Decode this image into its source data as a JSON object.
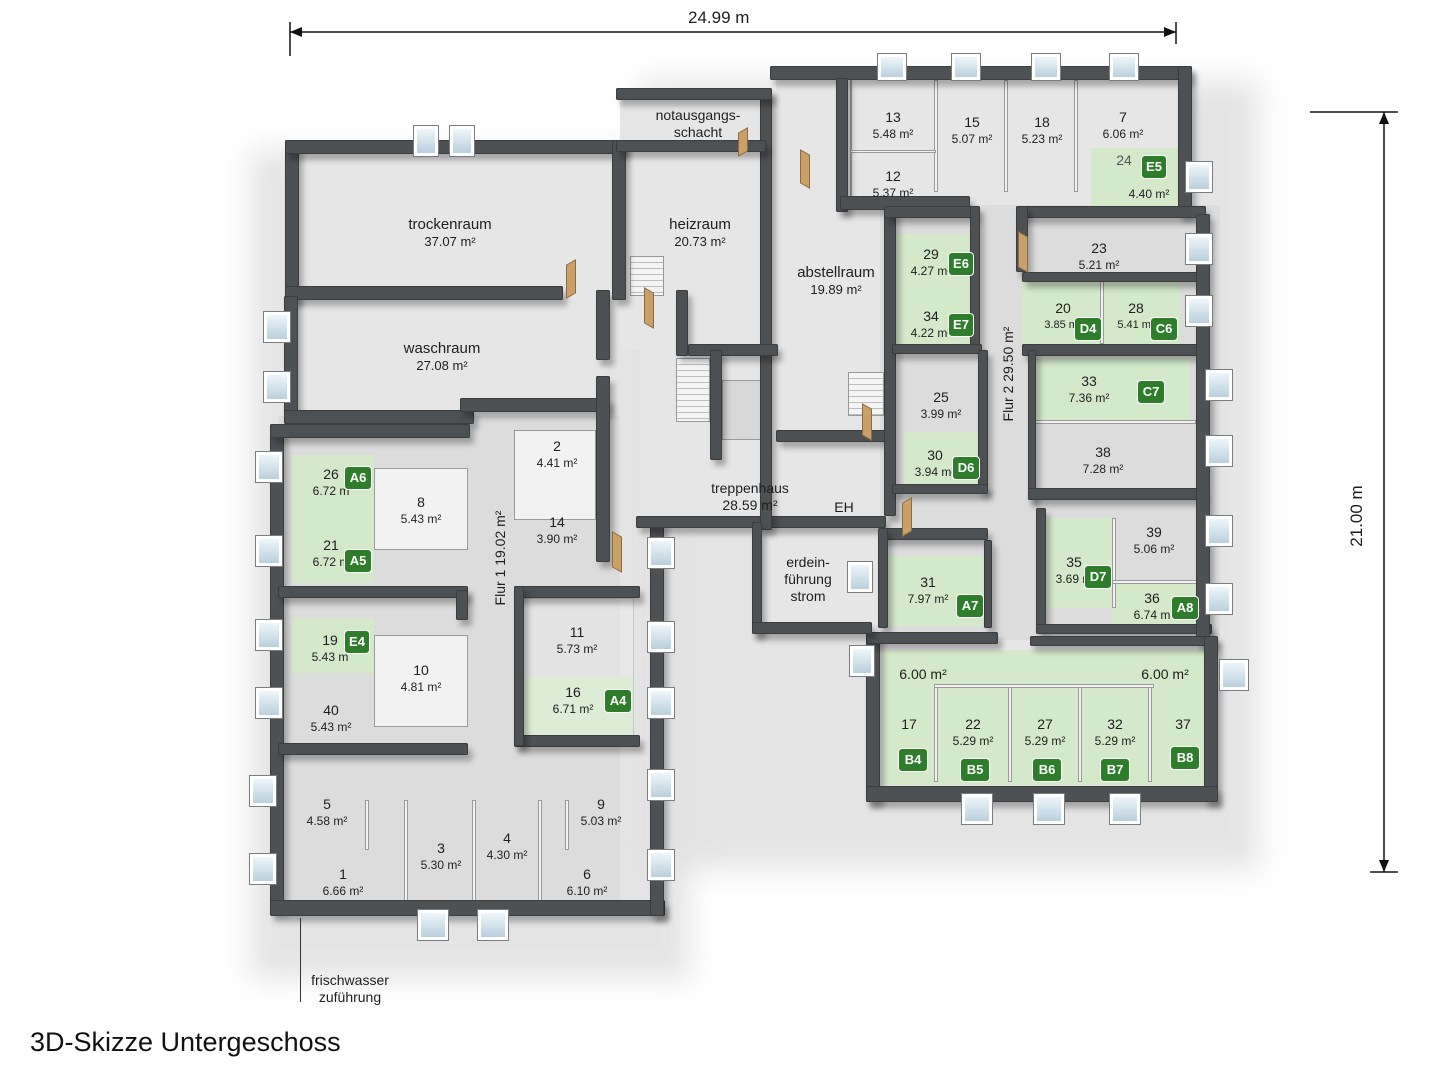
{
  "caption": "3D-Skizze Untergeschoss",
  "dimensions": {
    "width": "24.99 m",
    "height": "21.00 m"
  },
  "colors": {
    "badge": "#2e7d2a",
    "green_room": "#d3e9c9",
    "wall": "#4e5154"
  },
  "rooms": [
    {
      "id": "trockenraum",
      "name": "trockenraum",
      "area": "37.07 m²"
    },
    {
      "id": "waschraum",
      "name": "waschraum",
      "area": "27.08 m²"
    },
    {
      "id": "heizraum",
      "name": "heizraum",
      "area": "20.73 m²"
    },
    {
      "id": "abstellraum",
      "name": "abstellraum",
      "area": "19.89 m²"
    },
    {
      "id": "treppenhaus",
      "name": "treppenhaus",
      "area": "28.59 m²"
    },
    {
      "id": "notausgang",
      "name": "notausgangs-",
      "name2": "schacht"
    },
    {
      "id": "erdein",
      "name": "erdein-",
      "name2": "führung",
      "name3": "strom"
    },
    {
      "id": "eh",
      "name": "EH"
    },
    {
      "id": "frischwasser",
      "name": "frischwasser",
      "name2": "zuführung"
    },
    {
      "id": "flur1",
      "name": "Flur 1 19.02 m²"
    },
    {
      "id": "flur2",
      "name": "Flur 2 29.50 m²"
    },
    {
      "id": "r13",
      "name": "13",
      "area": "5.48 m²"
    },
    {
      "id": "r15",
      "name": "15",
      "area": "5.07 m²"
    },
    {
      "id": "r18",
      "name": "18",
      "area": "5.23 m²"
    },
    {
      "id": "r7",
      "name": "7",
      "area": "6.06 m²"
    },
    {
      "id": "r12",
      "name": "12",
      "area": "5.37 m²"
    },
    {
      "id": "r24",
      "name": "24",
      "area": "4.40 m²"
    },
    {
      "id": "r29",
      "name": "29",
      "area": "4.27 m²"
    },
    {
      "id": "r34",
      "name": "34",
      "area": "4.22 m²"
    },
    {
      "id": "r23",
      "name": "23",
      "area": "5.21 m²"
    },
    {
      "id": "r20",
      "name": "20",
      "area": "3.85 m²"
    },
    {
      "id": "r28",
      "name": "28",
      "area": "5.41 m²"
    },
    {
      "id": "r33",
      "name": "33",
      "area": "7.36 m²"
    },
    {
      "id": "r25",
      "name": "25",
      "area": "3.99 m²"
    },
    {
      "id": "r30",
      "name": "30",
      "area": "3.94 m²"
    },
    {
      "id": "r38",
      "name": "38",
      "area": "7.28 m²"
    },
    {
      "id": "r2",
      "name": "2",
      "area": "4.41 m²"
    },
    {
      "id": "r14",
      "name": "14",
      "area": "3.90 m²"
    },
    {
      "id": "r26",
      "name": "26",
      "area": "6.72 m"
    },
    {
      "id": "r8",
      "name": "8",
      "area": "5.43 m²"
    },
    {
      "id": "r21",
      "name": "21",
      "area": "6.72 m"
    },
    {
      "id": "r39",
      "name": "39",
      "area": "5.06 m²"
    },
    {
      "id": "r35",
      "name": "35",
      "area": "3.69 m"
    },
    {
      "id": "r36",
      "name": "36",
      "area": "6.74 m"
    },
    {
      "id": "r31",
      "name": "31",
      "area": "7.97 m²"
    },
    {
      "id": "r11",
      "name": "11",
      "area": "5.73 m²"
    },
    {
      "id": "r16",
      "name": "16",
      "area": "6.71 m²"
    },
    {
      "id": "r19",
      "name": "19",
      "area": "5.43 m"
    },
    {
      "id": "r10",
      "name": "10",
      "area": "4.81 m²"
    },
    {
      "id": "r40",
      "name": "40",
      "area": "5.43 m²"
    },
    {
      "id": "r17area",
      "area": "6.00 m²"
    },
    {
      "id": "r37area",
      "area": "6.00 m²"
    },
    {
      "id": "r17",
      "name": "17"
    },
    {
      "id": "r22",
      "name": "22",
      "area": "5.29 m²"
    },
    {
      "id": "r27",
      "name": "27",
      "area": "5.29 m²"
    },
    {
      "id": "r32",
      "name": "32",
      "area": "5.29 m²"
    },
    {
      "id": "r37",
      "name": "37"
    },
    {
      "id": "r5",
      "name": "5",
      "area": "4.58 m²"
    },
    {
      "id": "r9",
      "name": "9",
      "area": "5.03 m²"
    },
    {
      "id": "r3",
      "name": "3",
      "area": "5.30 m²"
    },
    {
      "id": "r4",
      "name": "4",
      "area": "4.30 m²"
    },
    {
      "id": "r1",
      "name": "1",
      "area": "6.66 m²"
    },
    {
      "id": "r6",
      "name": "6",
      "area": "6.10 m²"
    }
  ],
  "badges": {
    "E5": "E5",
    "E6": "E6",
    "E7": "E7",
    "D4": "D4",
    "C6": "C6",
    "C7": "C7",
    "D6": "D6",
    "A6": "A6",
    "A5": "A5",
    "D7": "D7",
    "A8": "A8",
    "A7": "A7",
    "E4": "E4",
    "A4": "A4",
    "B4": "B4",
    "B5": "B5",
    "B6": "B6",
    "B7": "B7",
    "B8": "B8"
  }
}
